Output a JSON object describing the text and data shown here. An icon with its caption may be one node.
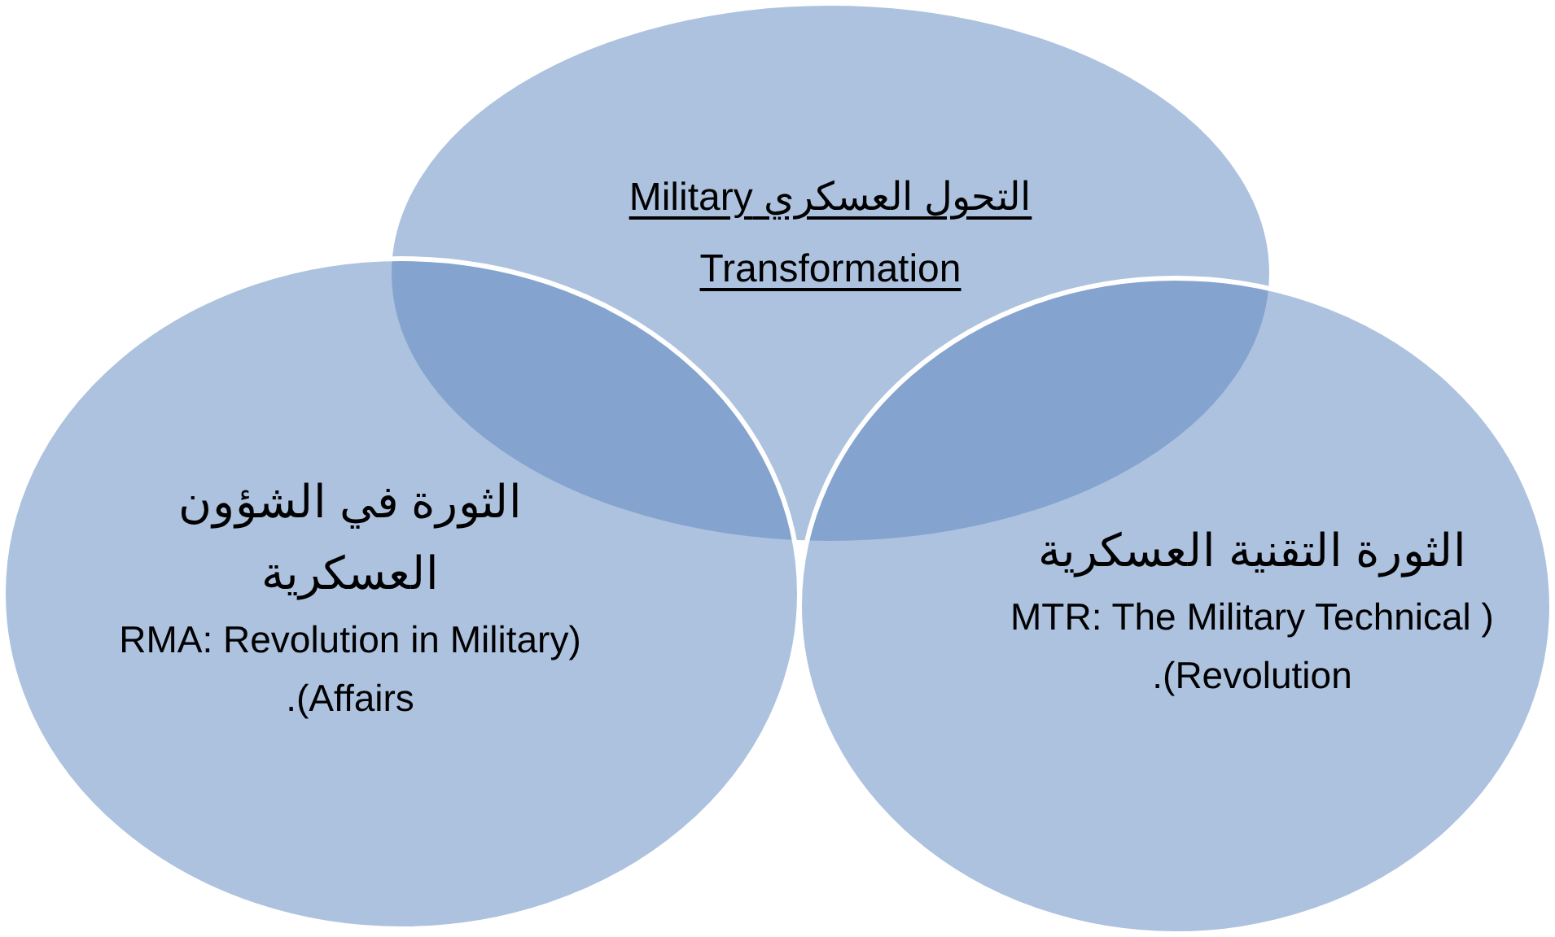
{
  "diagram": {
    "nodes": [
      {
        "text": [
          "التحول العسكري Military Transformation"
        ]
      },
      {
        "text": [
          "الثورة في الشؤون العسكرية",
          "(RMA: Revolution in Military Affairs)."
        ]
      },
      {
        "text": [
          "الثورة التقنية العسكرية",
          "( MTR: The Military Technical Revolution)."
        ]
      }
    ]
  }
}
